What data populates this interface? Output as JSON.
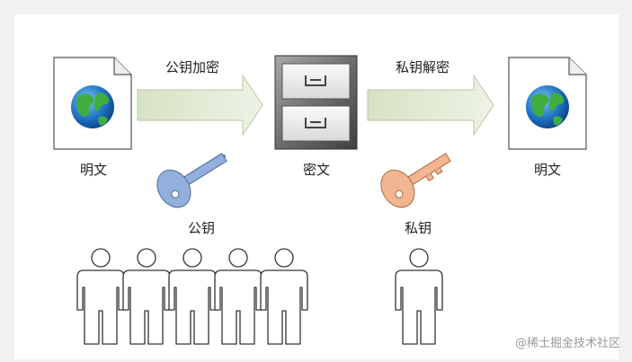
{
  "diagram": {
    "plaintext_left_label": "明文",
    "plaintext_right_label": "明文",
    "ciphertext_label": "密文",
    "encrypt_arrow_label": "公钥加密",
    "decrypt_arrow_label": "私钥解密",
    "public_key_label": "公钥",
    "private_key_label": "私钥"
  },
  "watermark": "@稀土掘金技术社区",
  "colors": {
    "background": "#f2f2f4",
    "panel": "#ffffff",
    "arrow_fill": "#e4ecd6",
    "arrow_stroke": "#b9c7a4",
    "public_key": "#93b0dd",
    "private_key": "#f2b591",
    "person_fill": "#ffffff",
    "person_stroke": "#333333"
  },
  "icons": {
    "document": "globe-document-icon",
    "cabinet": "file-cabinet-icon",
    "key": "key-icon",
    "person": "person-icon"
  }
}
